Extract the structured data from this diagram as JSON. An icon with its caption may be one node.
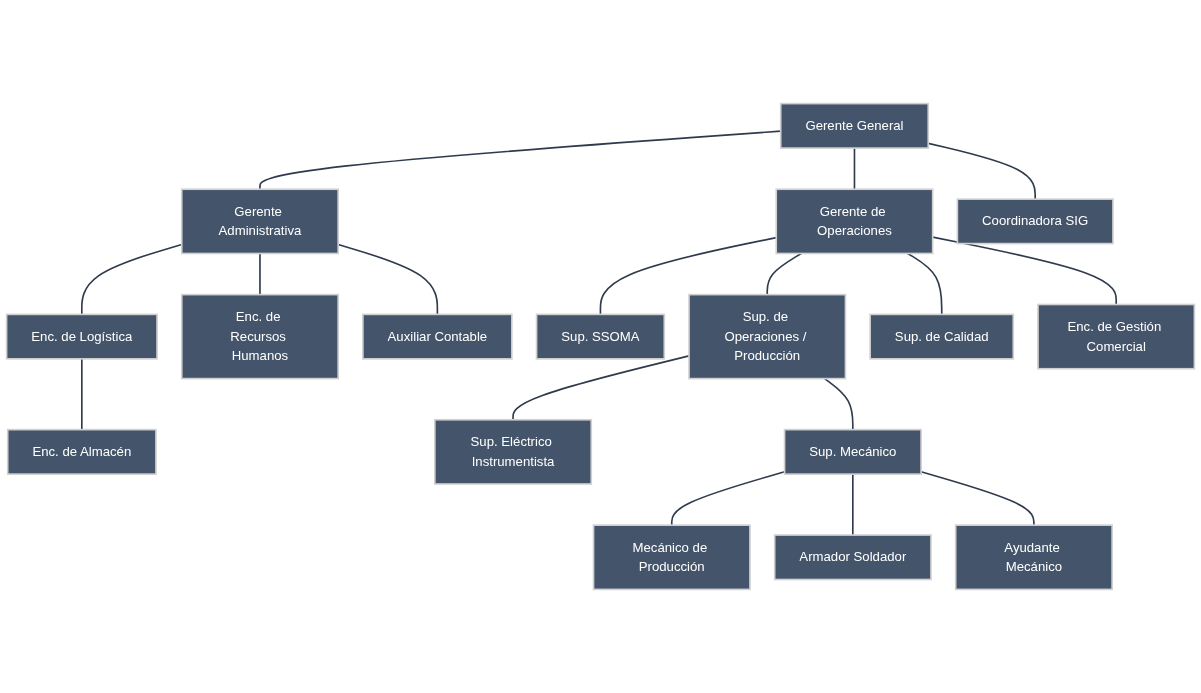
{
  "diagram": {
    "nodes": [
      {
        "text": [
          "Gerente General"
        ]
      },
      {
        "text": [
          "Gerente Administrativa"
        ]
      },
      {
        "text": [
          "Gerente de Operaciones"
        ]
      },
      {
        "text": [
          "Coordinadora SIG"
        ]
      },
      {
        "text": [
          "Enc. de Logística"
        ]
      },
      {
        "text": [
          "Enc. de Recursos Humanos"
        ]
      },
      {
        "text": [
          "Auxiliar Contable"
        ]
      },
      {
        "text": [
          "Enc. de Almacén"
        ]
      },
      {
        "text": [
          "Sup. SSOMA"
        ]
      },
      {
        "text": [
          "Sup. de Operaciones / Producción"
        ]
      },
      {
        "text": [
          "Sup. de Calidad"
        ]
      },
      {
        "text": [
          "Enc. de Gestión Comercial"
        ]
      },
      {
        "text": [
          "Sup. Eléctrico Instrumentista"
        ]
      },
      {
        "text": [
          "Sup. Mecánico"
        ]
      },
      {
        "text": [
          "Mecánico de Producción"
        ]
      },
      {
        "text": [
          "Armador Soldador"
        ]
      },
      {
        "text": [
          "Ayudante Mecánico"
        ]
      }
    ],
    "edges": [
      {
        "from": 0,
        "to": 1,
        "arrow": "none"
      },
      {
        "from": 0,
        "to": 2,
        "arrow": "none"
      },
      {
        "from": 0,
        "to": 3,
        "arrow": "none"
      },
      {
        "from": 1,
        "to": 4,
        "arrow": "none"
      },
      {
        "from": 1,
        "to": 5,
        "arrow": "none"
      },
      {
        "from": 1,
        "to": 6,
        "arrow": "none"
      },
      {
        "from": 4,
        "to": 7,
        "arrow": "none"
      },
      {
        "from": 2,
        "to": 8,
        "arrow": "none"
      },
      {
        "from": 2,
        "to": 9,
        "arrow": "none"
      },
      {
        "from": 2,
        "to": 10,
        "arrow": "none"
      },
      {
        "from": 2,
        "to": 11,
        "arrow": "none"
      },
      {
        "from": 9,
        "to": 12,
        "arrow": "none"
      },
      {
        "from": 9,
        "to": 13,
        "arrow": "none"
      },
      {
        "from": 13,
        "to": 14,
        "arrow": "none"
      },
      {
        "from": 13,
        "to": 15,
        "arrow": "none"
      },
      {
        "from": 13,
        "to": 16,
        "arrow": "none"
      }
    ]
  }
}
